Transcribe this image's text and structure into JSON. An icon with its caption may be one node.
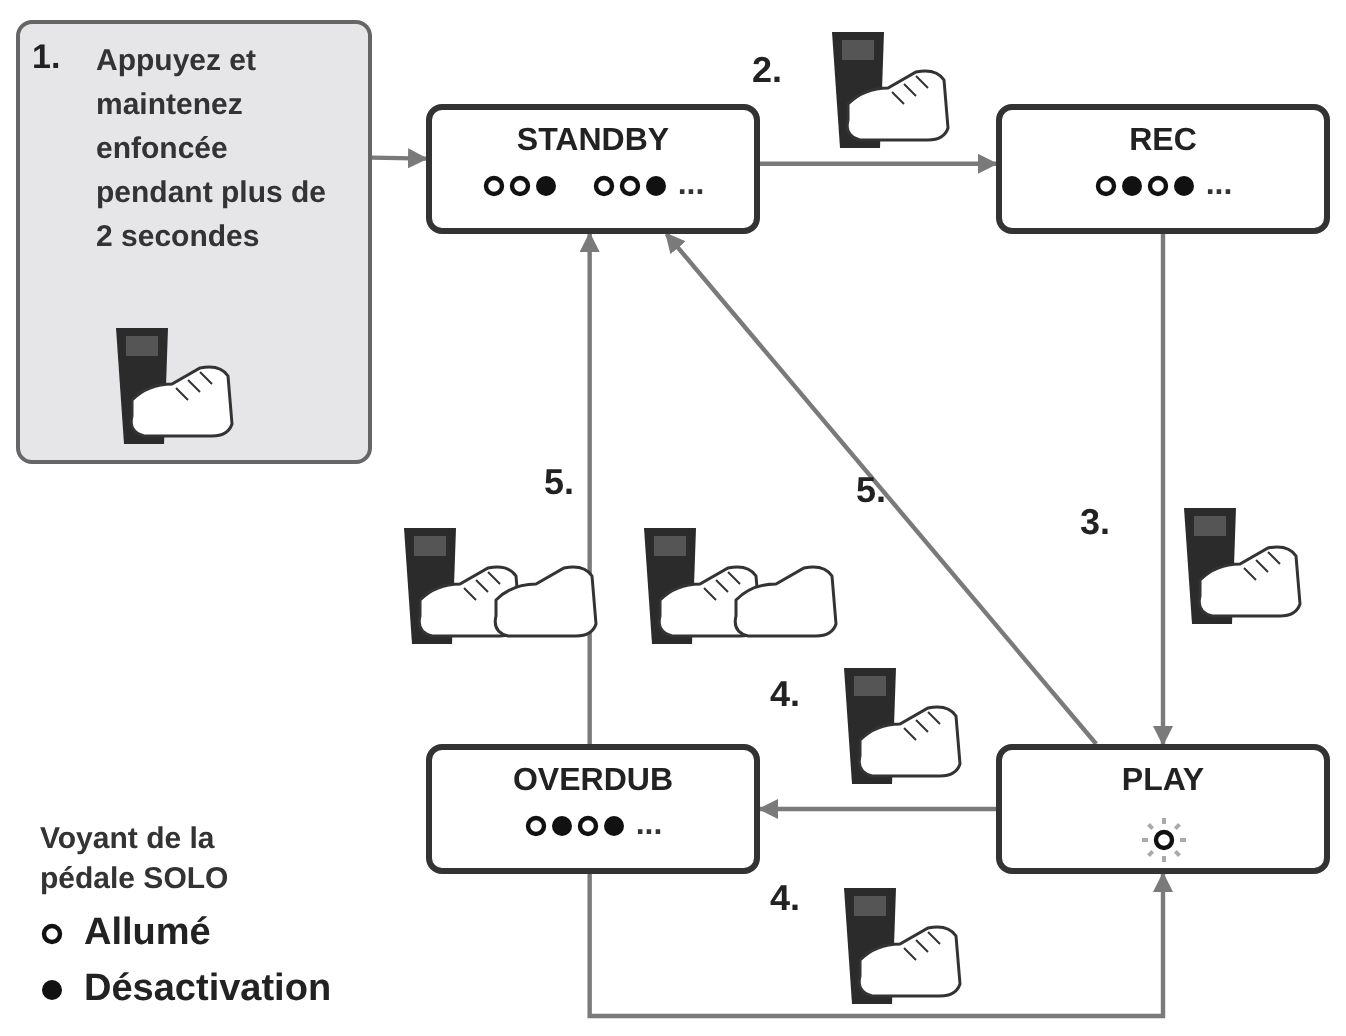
{
  "diagram": {
    "nodes": [
      {
        "text": [
          "1.",
          "Appuyez et maintenez enfoncée pendant plus de 2 secondes"
        ]
      },
      {
        "text": [
          "STANDBY",
          "..."
        ]
      },
      {
        "text": [
          "REC",
          "..."
        ]
      },
      {
        "text": [
          "PLAY"
        ]
      },
      {
        "text": [
          "OVERDUB",
          "..."
        ]
      }
    ],
    "edges": [
      {
        "from": 0,
        "to": 1,
        "arrow": "to"
      },
      {
        "from": 1,
        "to": 2,
        "arrow": "to",
        "label": "2."
      },
      {
        "from": 2,
        "to": 3,
        "arrow": "to",
        "label": "3."
      },
      {
        "from": 3,
        "to": 1,
        "arrow": "to",
        "label": "5."
      },
      {
        "from": 4,
        "to": 1,
        "arrow": "to",
        "label": "5."
      },
      {
        "from": 3,
        "to": 4,
        "arrow": "to",
        "label": "4."
      },
      {
        "from": 4,
        "to": 3,
        "arrow": "to",
        "label": "4."
      }
    ],
    "labels": [
      "Voyant de la pédale SOLO"
    ],
    "legend": [
      {
        "text": "Allumé"
      },
      {
        "text": "Désactivation"
      }
    ]
  }
}
